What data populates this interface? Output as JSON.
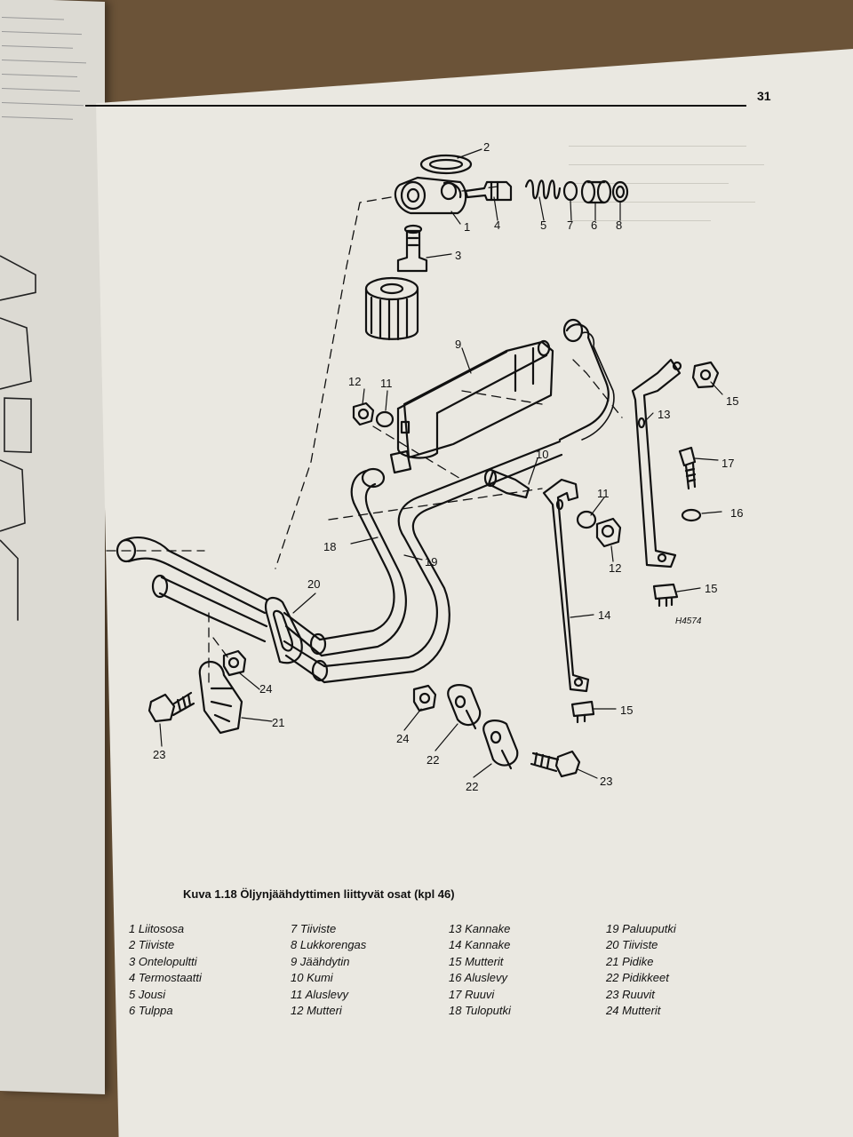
{
  "page_number": "31",
  "figure_code": "H4574",
  "caption": "Kuva 1.18 Öljynjäähdyttimen liittyvät osat (kpl 46)",
  "callouts": [
    "1",
    "2",
    "3",
    "4",
    "5",
    "6",
    "7",
    "8",
    "9",
    "10",
    "11",
    "12",
    "13",
    "14",
    "15",
    "16",
    "17",
    "18",
    "19",
    "20",
    "21",
    "22",
    "23",
    "24"
  ],
  "parts_columns": [
    [
      "1 Liitososa",
      "2 Tiiviste",
      "3 Ontelopultti",
      "4 Termostaatti",
      "5 Jousi",
      "6 Tulppa"
    ],
    [
      "7 Tiiviste",
      "8 Lukkorengas",
      "9 Jäähdytin",
      "10 Kumi",
      "11 Aluslevy",
      "12 Mutteri"
    ],
    [
      "13 Kannake",
      "14 Kannake",
      "15 Mutterit",
      "16 Aluslevy",
      "17 Ruuvi",
      "18 Tuloputki"
    ],
    [
      "19 Paluuputki",
      "20 Tiiviste",
      "21 Pidike",
      "22 Pidikkeet",
      "23 Ruuvit",
      "24 Mutterit"
    ]
  ]
}
